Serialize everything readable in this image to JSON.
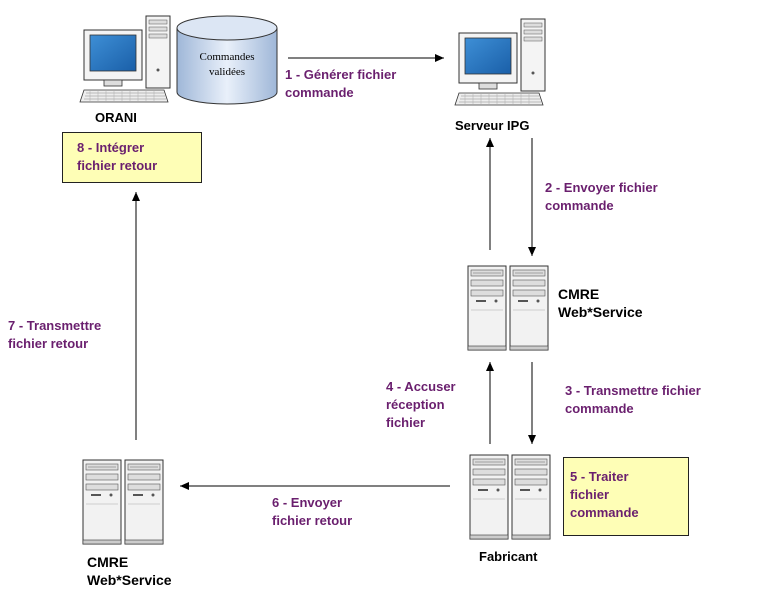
{
  "nodes": {
    "orani": "ORANI",
    "database": "Commandes\nvalidées",
    "serveur_ipg": "Serveur IPG",
    "cmre_top": "CMRE\nWeb*Service",
    "fabricant": "Fabricant",
    "cmre_bottom": "CMRE\nWeb*Service"
  },
  "steps": {
    "s1": "1 - Générer fichier\n      commande",
    "s2": "2 - Envoyer fichier\n      commande",
    "s3": "3 - Transmettre fichier\n      commande",
    "s4": "4 - Accuser\n      réception\n      fichier",
    "s5": "5 - Traiter\n      fichier\n      commande",
    "s6": "6 - Envoyer\nfichier retour",
    "s7": "7 - Transmettre\n    fichier retour",
    "s8": "8 - Intégrer\nfichier retour"
  },
  "colors": {
    "step_text": "#6a1f6e",
    "box_fill": "#fefeb6",
    "arrow": "#000000"
  }
}
